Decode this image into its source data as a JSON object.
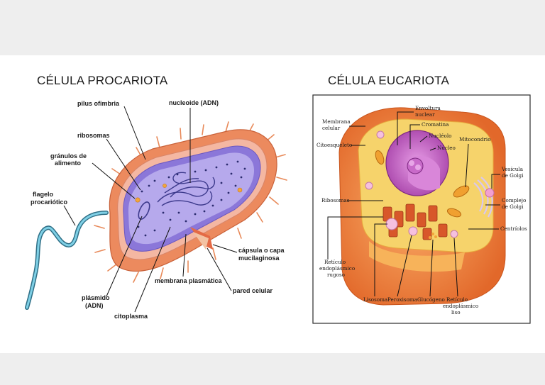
{
  "titles": {
    "prokaryote": "CÉLULA PROCARIOTA",
    "eukaryote": "CÉLULA EUCARIOTA"
  },
  "prokaryote_labels": {
    "pilus": "pilus ofimbria",
    "nucleoid": "nucleoide (ADN)",
    "ribosomes": "ribosomas",
    "granules_1": "gránulos de",
    "granules_2": "alimento",
    "flagellum_1": "flagelo",
    "flagellum_2": "procariótico",
    "capsule_1": "cápsula o capa",
    "capsule_2": "mucilaginosa",
    "membrane": "membrana plasmática",
    "wall": "pared celular",
    "plasmid_1": "plásmido",
    "plasmid_2": "(ADN)",
    "cytoplasm": "citoplasma"
  },
  "eukaryote_labels": {
    "membrane_1": "Membrana",
    "membrane_2": "celular",
    "envelope_1": "Envoltura",
    "envelope_2": "nuclear",
    "chromatin": "Cromatina",
    "nucleolus": "Nucléolo",
    "cytoskeleton": "Citoesqueleto",
    "nucleus": "Núcleo",
    "mitochondrion": "Mitocondrio",
    "golgi_vesicle_1": "Vesícula",
    "golgi_vesicle_2": "de Golgi",
    "ribosomes": "Ribosomas",
    "golgi_complex_1": "Complejo",
    "golgi_complex_2": "de Golgi",
    "centrioles": "Centríolos",
    "rough_er_1": "Retículo",
    "rough_er_2": "endoplásmico",
    "rough_er_3": "rugoso",
    "lysosome": "Lisosoma",
    "peroxisome": "Peroxisoma",
    "glycogen": "Glucógeno",
    "smooth_er_1": "Retículo",
    "smooth_er_2": "endoplásmico",
    "smooth_er_3": "liso"
  },
  "colors": {
    "capsule_orange": "#ec8a5e",
    "wall_pink": "#f4b7a2",
    "cytoplasm_lilac": "#b6a9ec",
    "flagellum_blue": "#5fb3c9",
    "euk_orange": "#f08a3c",
    "euk_cytoplasm": "#f6d36b",
    "nucleus_purple": "#b84fb8"
  }
}
